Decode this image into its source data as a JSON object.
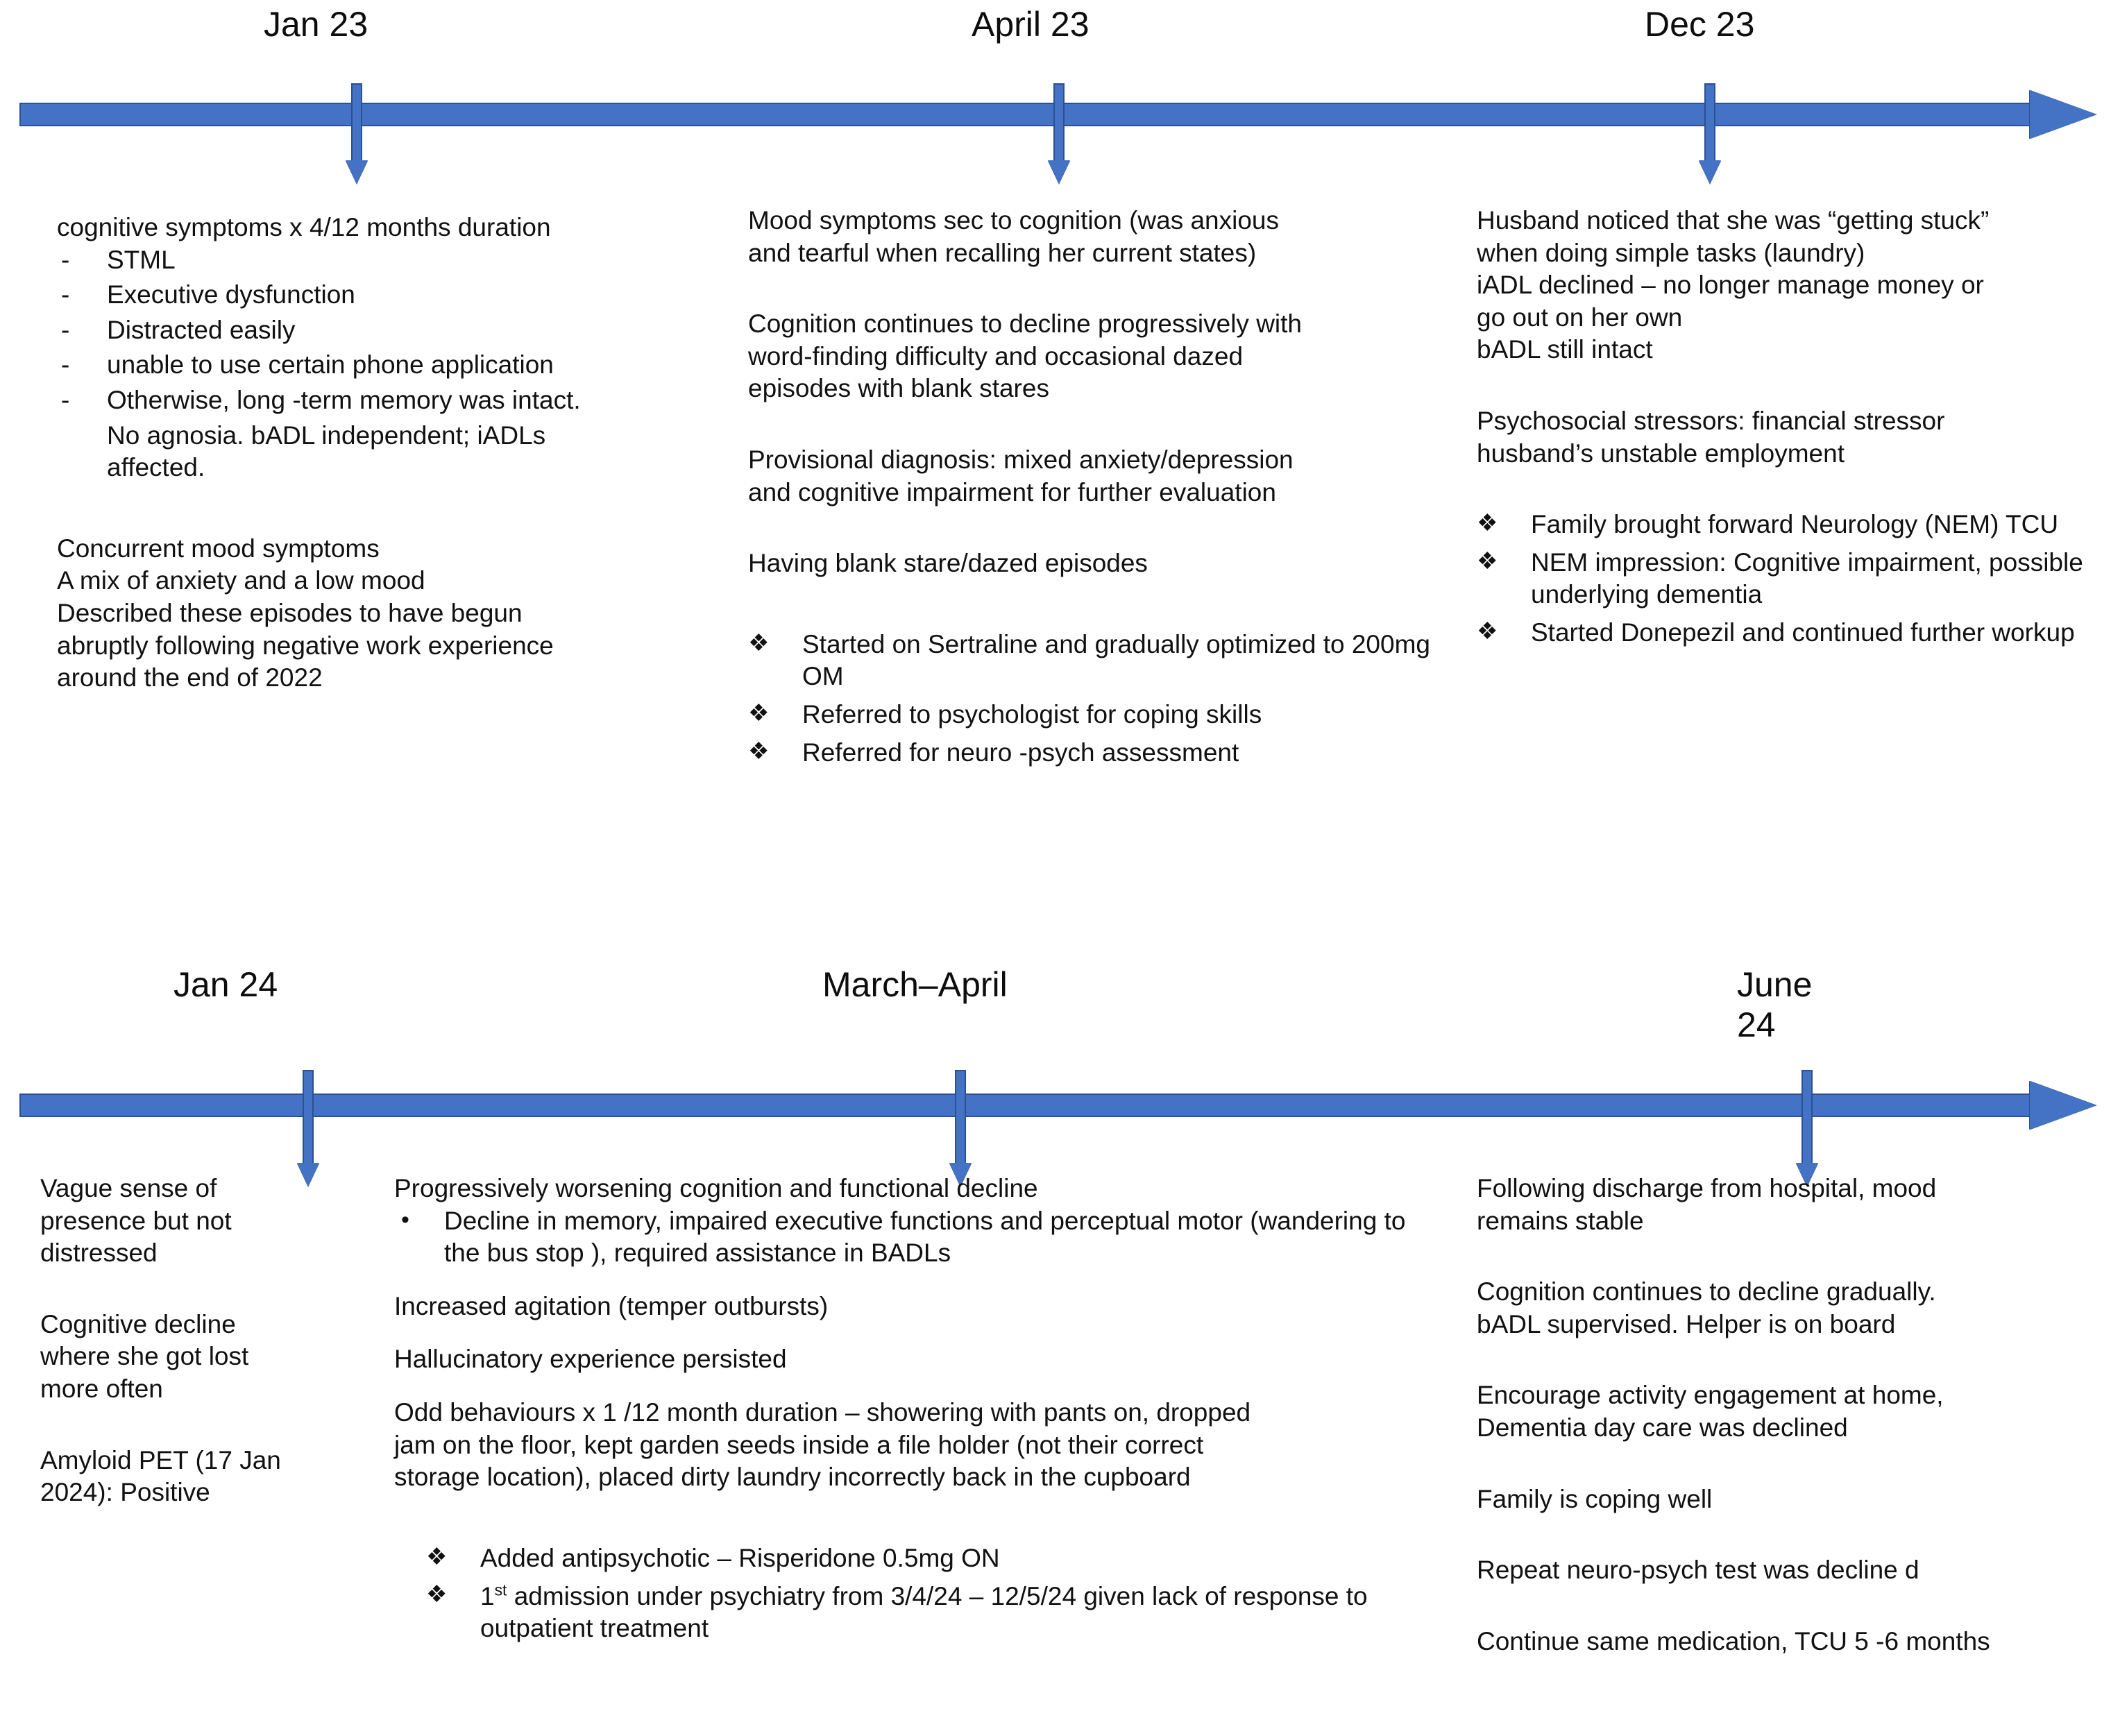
{
  "colors": {
    "timeline_blue": "#4472C4",
    "timeline_blue_border": "#2C5193",
    "text": "#111111"
  },
  "timelines": [
    {
      "id": "timeline-2023",
      "events": [
        {
          "date_label": "Jan 23",
          "blocks": [
            {
              "type": "paragraph",
              "text": "cognitive symptoms x 4/12 months duration"
            },
            {
              "type": "dash-list",
              "marker": "-",
              "items": [
                "STML",
                "Executive dysfunction",
                "Distracted easily",
                "unable to use certain phone application",
                "Otherwise, long -term memory was intact."
              ]
            },
            {
              "type": "paragraph",
              "text": "No agnosia. bADL independent;  iADLs\naffected."
            },
            {
              "type": "paragraph",
              "text": "Concurrent mood symptoms\nA mix of anxiety and a low mood\nDescribed these episodes to have begun\nabruptly following negative work experience\naround the end of 2022"
            }
          ]
        },
        {
          "date_label": "April 23",
          "blocks": [
            {
              "type": "paragraph",
              "text": "Mood symptoms sec to cognition (was anxious\nand tearful when recalling her current states)"
            },
            {
              "type": "paragraph",
              "text": "Cognition continues to decline progressively with\nword-finding difficulty and occasional dazed\nepisodes with blank stares"
            },
            {
              "type": "paragraph",
              "text": "Provisional diagnosis: mixed   anxiety/depression\nand cognitive impairment for further evaluation"
            },
            {
              "type": "paragraph",
              "text": "Having blank  stare/dazed  episodes"
            },
            {
              "type": "diamond-list",
              "marker": "❖",
              "items": [
                "Started on Sertraline and gradually optimized to 200mg OM",
                "Referred to psychologist for coping skills",
                "Referred for neuro -psych assessment"
              ]
            }
          ]
        },
        {
          "date_label": "Dec 23",
          "blocks": [
            {
              "type": "paragraph",
              "text": "Husband noticed that she was “getting stuck”\nwhen doing simple tasks (laundry)\niADL declined – no longer manage money or\ngo out on her own\nbADL still intact"
            },
            {
              "type": "paragraph",
              "text": "Psychosocial stressors: financial stressor\nhusband’s unstable employment"
            },
            {
              "type": "diamond-list",
              "marker": "❖",
              "items": [
                "Family brought forward Neurology (NEM) TCU",
                "NEM impression: Cognitive impairment, possible underlying dementia",
                "Started Donepezil and continued further workup"
              ]
            }
          ]
        }
      ]
    },
    {
      "id": "timeline-2024",
      "events": [
        {
          "date_label": "Jan 24",
          "blocks": [
            {
              "type": "paragraph",
              "text": "Vague sense of\npresence but not\ndistressed"
            },
            {
              "type": "paragraph",
              "text": "Cognitive decline\nwhere she got lost\nmore often"
            },
            {
              "type": "paragraph",
              "text": "Amyloid PET (17 Jan\n2024): Positive"
            }
          ]
        },
        {
          "date_label": "March–April",
          "blocks": [
            {
              "type": "paragraph",
              "text": "Progressively worsening  cognition and functional decline"
            },
            {
              "type": "bullet-list",
              "marker": "•",
              "items": [
                "Decline in  memory, impaired executive functions and perceptual motor (wandering  to the bus stop ), required assistance in BADLs"
              ]
            },
            {
              "type": "paragraph",
              "text": "Increased agitation (temper outbursts)"
            },
            {
              "type": "paragraph",
              "text": "Hallucinatory  experience persisted"
            },
            {
              "type": "paragraph",
              "text": "Odd behaviours x 1 /12 month duration – showering with pants on, dropped\njam on the floor, kept garden seeds inside  a file holder  (not their correct\nstorage location), placed dirty laundry  incorrectly back in the cupboard"
            },
            {
              "type": "diamond-list",
              "marker": "❖",
              "items": [
                "Added antipsychotic  – Risperidone 0.5mg ON",
                "1st admission under psychiatry from 3/4/24  – 12/5/24 given lack of response to outpatient treatment"
              ],
              "items_html": [
                "Added antipsychotic  – Risperidone 0.5mg ON",
                "1<sup>st</sup> admission under psychiatry from 3/4/24  – 12/5/24 given lack of response to outpatient treatment"
              ]
            }
          ]
        },
        {
          "date_label": "June\n24",
          "blocks": [
            {
              "type": "paragraph",
              "text": "Following discharge from hospital, mood\nremains stable"
            },
            {
              "type": "paragraph",
              "text": "Cognition continues to decline gradually.\nbADL supervised. Helper is on board"
            },
            {
              "type": "paragraph",
              "text": "Encourage activity engagement at home,\nDementia  day care was declined"
            },
            {
              "type": "paragraph",
              "text": "Family is coping well"
            },
            {
              "type": "paragraph",
              "text": "Repeat  neuro-psych test was decline d"
            },
            {
              "type": "paragraph",
              "text": "Continue same medication, TCU 5 -6 months"
            }
          ]
        }
      ]
    }
  ]
}
